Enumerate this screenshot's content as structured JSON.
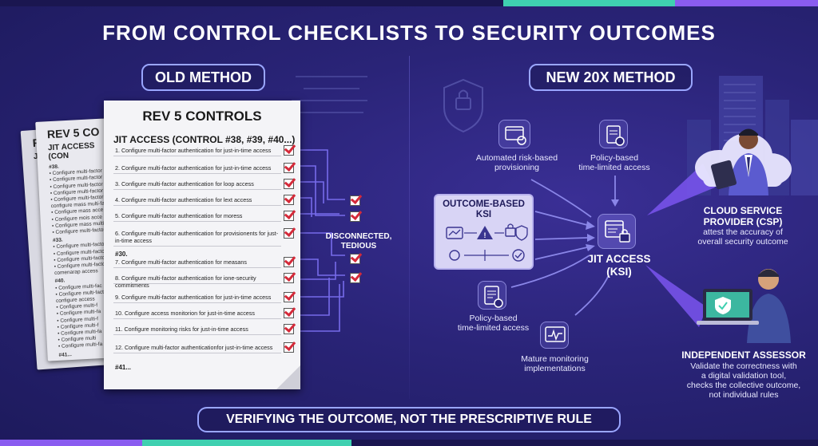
{
  "title": "FROM CONTROL CHECKLISTS TO SECURITY OUTCOMES",
  "old_method_label": "OLD METHOD",
  "new_method_label": "NEW 20X METHOD",
  "colors": {
    "background": "#241f6b",
    "accent_teal": "#3fd0b0",
    "accent_purple": "#8a5cf0",
    "check_red": "#d42a3a",
    "pill_border": "#9aa6ff"
  },
  "back_papers": {
    "rear": {
      "title": "REV 5 C",
      "subtitle": "JIT ACCESS (CO"
    },
    "front": {
      "title": "REV 5 CO",
      "subtitle": "JIT ACCESS (CON",
      "lines": [
        "#38.",
        "• Configure multi-factor",
        "• Configure multi-factor",
        "• Configure multi-factor",
        "• Configure multi-factor",
        "• Configure multi-factor",
        "  configure mass multi-fac",
        "• Configure mass acce",
        "• Configure mois acce",
        "• Configure mass multi",
        "• Configure multi-factor",
        "",
        "#33.",
        "• Configure multi-factor",
        "• Configure multi-factor",
        "• Configure multi-factor",
        "• Configure multi-factor",
        "  comenarap access",
        "",
        "#40.",
        "• Configure multi-fac",
        "• Configure multi-factor",
        "  configure access",
        "• Configure multi-f",
        "• Configure multi-fa",
        "• Configure multi-f",
        "• Configure multi-f",
        "• Configure multi-fa",
        "• Configure multi",
        "• Configure multi-fa",
        "#41..."
      ]
    }
  },
  "main_paper": {
    "title": "REV 5 CONTROLS",
    "subtitle": "JIT ACCESS (CONTROL #38, #39, #40...)",
    "items": [
      {
        "text": "1. Configure multi-factor authentication for just-in-time access",
        "checked": true
      },
      {
        "text": "2. Configure multi-factor authentication for just-in-time access",
        "checked": true
      },
      {
        "text": "3. Configure multi-factor authentication for loop access",
        "checked": true
      },
      {
        "text": "4. Configure multi-factor authentication for lext access",
        "checked": true
      },
      {
        "text": "5. Configure multi-factor authentication for moress",
        "checked": true
      },
      {
        "text": "6. Configure multi-factor authentication for provisionents for just-in-time access",
        "checked": true
      },
      {
        "text": "7. Configure multi-factor authentication for measans",
        "checked": true
      },
      {
        "text": "8. Configure multi-factor authentication for ione-security commitments",
        "checked": true
      },
      {
        "text": "9. Configure multi-factor authentication for just-in-time access",
        "checked": true
      },
      {
        "text": "10. Configure access monitorion for just-in-time access",
        "checked": true
      },
      {
        "text": "11. Configure monitoring risks for just-in-time access",
        "checked": true
      },
      {
        "text": "12. Configure multi-factor authenticationfor just-in-time access",
        "checked": true
      }
    ],
    "section_30": "#30.",
    "section_41": "#41..."
  },
  "disconnected_label": "DISCONNECTED,\nTEDIOUS",
  "outcome_panel": {
    "title": "OUTCOME-BASED\nKSI"
  },
  "inputs": [
    {
      "label": "Automated risk-based\nprovisioning",
      "icon": "gear-browser-icon"
    },
    {
      "label": "Policy-based\ntime-limited access",
      "icon": "clipboard-clock-icon"
    },
    {
      "label": "Policy-based\ntime-limited access",
      "icon": "document-clock-icon"
    },
    {
      "label": "Mature monitoring\nimplementations",
      "icon": "monitoring-chart-icon"
    }
  ],
  "jit_node": {
    "label": "JIT ACCESS\n(KSI)",
    "icon": "lock-window-icon"
  },
  "csp": {
    "title": "CLOUD SERVICE\nPROVIDER (CSP)",
    "desc": "attest the accuracy of\noverall security outcome"
  },
  "assessor": {
    "title": "INDEPENDENT ASSESSOR",
    "desc": "Validate the correctness with\na digital validation tool,\nchecks the collective outcome,\nnot individual rules"
  },
  "footer": "VERIFYING THE OUTCOME, NOT THE PRESCRIPTIVE RULE"
}
